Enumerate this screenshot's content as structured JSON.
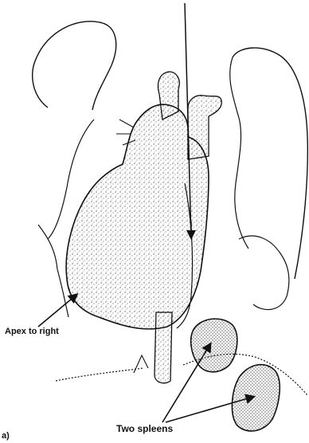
{
  "figure": {
    "panel_label": "a)",
    "labels": {
      "apex": "Apex to right",
      "spleens": "Two spleens"
    },
    "colors": {
      "ink": "#111111",
      "background": "#ffffff"
    }
  }
}
